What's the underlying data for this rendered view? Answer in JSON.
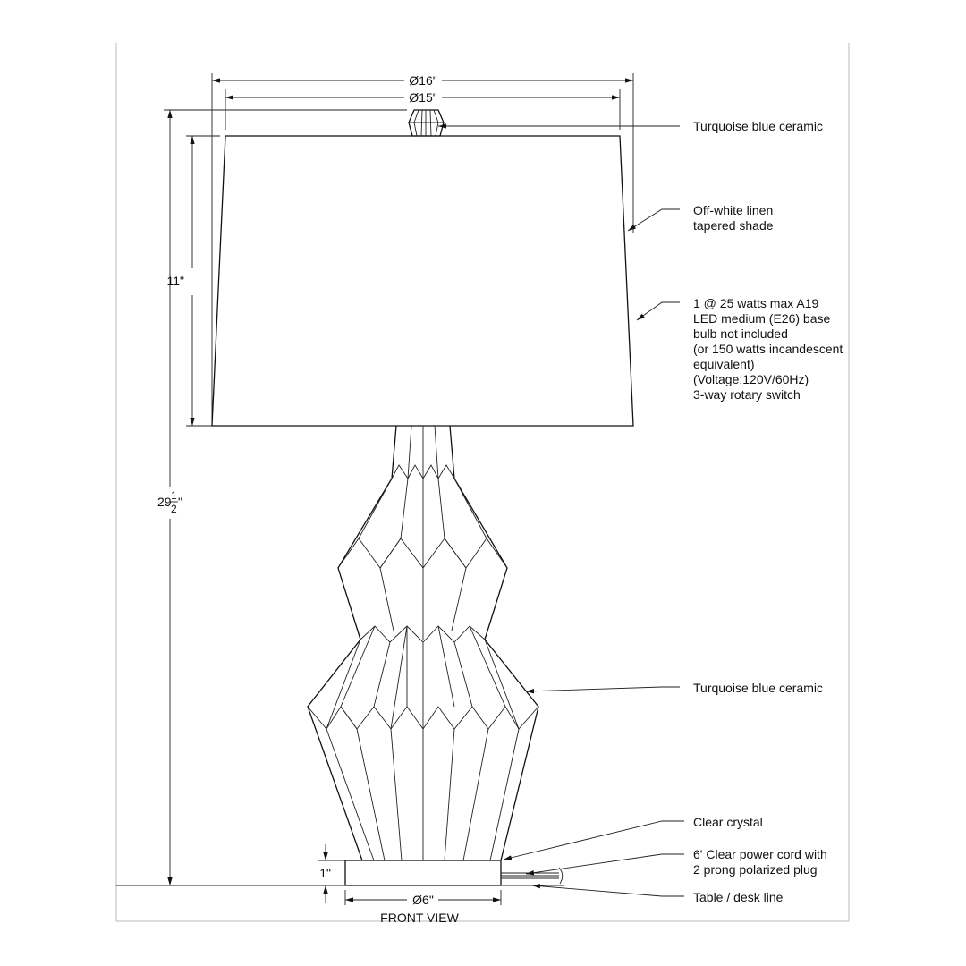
{
  "dimensions": {
    "shade_bottom_diameter": "Ø16\"",
    "shade_top_diameter": "Ø15\"",
    "shade_height": "11\"",
    "overall_height_whole": "29",
    "overall_height_num": "1",
    "overall_height_den": "2",
    "overall_height_unit": "\"",
    "base_height": "1\"",
    "base_diameter": "Ø6\""
  },
  "view_label": "FRONT VIEW",
  "callouts": {
    "finial": "Turquoise blue ceramic",
    "shade": [
      "Off-white linen",
      "tapered shade"
    ],
    "bulb": [
      "1 @ 25 watts max A19",
      "LED medium (E26) base",
      "bulb not included",
      "(or 150 watts incandescent",
      "equivalent)",
      "(Voltage:120V/60Hz)",
      "3-way rotary switch"
    ],
    "body": "Turquoise blue ceramic",
    "base": "Clear crystal",
    "cord": [
      "6' Clear power cord with",
      "2 prong polarized plug"
    ],
    "table": "Table / desk line"
  }
}
